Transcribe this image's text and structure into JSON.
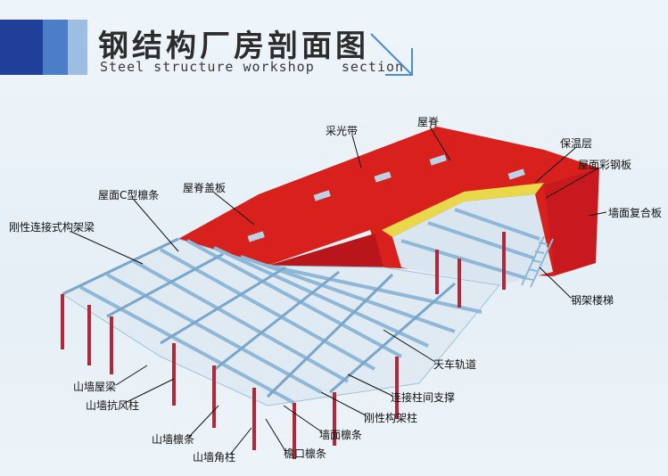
{
  "header": {
    "title_cn": "钢结构厂房剖面图",
    "title_en": "Steel structure workshop   section"
  },
  "labels": {
    "skylight": "采光带",
    "ridge": "屋脊",
    "insulation": "保温层",
    "roof_panel": "屋面彩钢板",
    "wall_panel": "墙面复合板",
    "ridge_cover": "屋脊盖板",
    "roof_purlin": "屋面C型檩条",
    "rigid_beam": "刚性连接式构架梁",
    "steel_stair": "钢架楼梯",
    "crane_rail": "天车轨道",
    "column_brace": "连接柱间支撑",
    "rigid_column": "刚性构架柱",
    "wall_purlin": "墙面檩条",
    "eave_purlin": "檐口檩条",
    "gable_beam": "山墙屋梁",
    "gable_wind_column": "山墙抗风柱",
    "gable_purlin": "山墙檩条",
    "gable_corner_column": "山墙角柱"
  },
  "colors": {
    "roof": "#d8201c",
    "roof_dark": "#b8161a",
    "steel": "#9fc3df",
    "column": "#b0283a",
    "insulation": "#e8d84a",
    "accent_blue": "#2a63b8"
  }
}
